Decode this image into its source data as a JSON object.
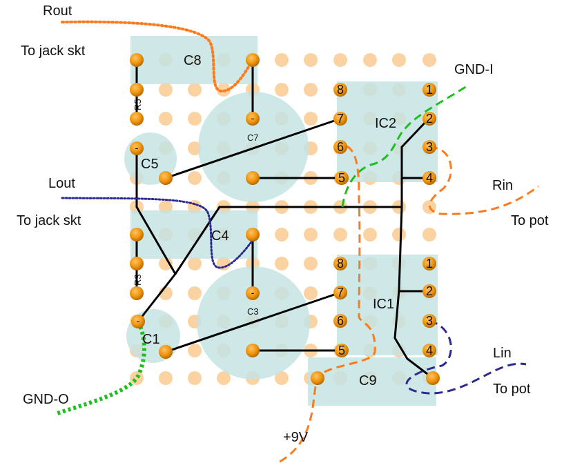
{
  "labels": {
    "rout": "Rout",
    "jack_top": "To jack skt",
    "lout": "Lout",
    "jack_mid": "To jack skt",
    "gnd_o": "GND-O",
    "gnd_i": "GND-I",
    "rin": "Rin",
    "to_pot_r": "To pot",
    "lin": "Lin",
    "to_pot_l": "To pot",
    "v9": "+9V"
  },
  "components": {
    "c8": "C8",
    "c7": "C7",
    "c5": "C5",
    "c4": "C4",
    "c3": "C3",
    "c1": "C1",
    "c9": "C9",
    "r5": "R5",
    "r3": "R3",
    "ic2": "IC2",
    "ic1": "IC1"
  },
  "ic2_pins": [
    "8",
    "7",
    "6",
    "5",
    "1",
    "2",
    "3",
    "4"
  ],
  "ic1_pins": [
    "8",
    "7",
    "6",
    "5",
    "1",
    "2",
    "3",
    "4"
  ],
  "minus": "-",
  "colors": {
    "board_hole": "#fbd3a2",
    "solder_pad": "#f0960e",
    "component_body": "#c6e3e3",
    "wire": "#000000",
    "orange_wire": "#ff7a1a",
    "green_wire": "#1fbf1f",
    "blue_wire": "#2a2a90"
  }
}
